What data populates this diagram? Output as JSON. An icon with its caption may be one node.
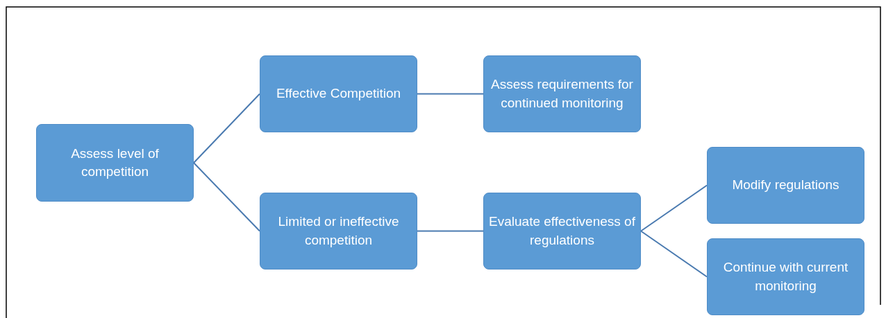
{
  "diagram": {
    "nodes": [
      {
        "text": [
          "Assess level of competition"
        ]
      },
      {
        "text": [
          "Effective Competition"
        ]
      },
      {
        "text": [
          "Assess requirements for continued monitoring"
        ]
      },
      {
        "text": [
          "Limited or ineffective competition"
        ]
      },
      {
        "text": [
          "Evaluate effectiveness of regulations"
        ]
      },
      {
        "text": [
          "Modify regulations"
        ]
      },
      {
        "text": [
          "Continue with current monitoring"
        ]
      }
    ],
    "edges": [
      {
        "from": 0,
        "to": 1,
        "arrow": "none"
      },
      {
        "from": 0,
        "to": 3,
        "arrow": "none"
      },
      {
        "from": 1,
        "to": 2,
        "arrow": "none"
      },
      {
        "from": 3,
        "to": 4,
        "arrow": "none"
      },
      {
        "from": 4,
        "to": 5,
        "arrow": "none"
      },
      {
        "from": 4,
        "to": 6,
        "arrow": "none"
      }
    ]
  }
}
